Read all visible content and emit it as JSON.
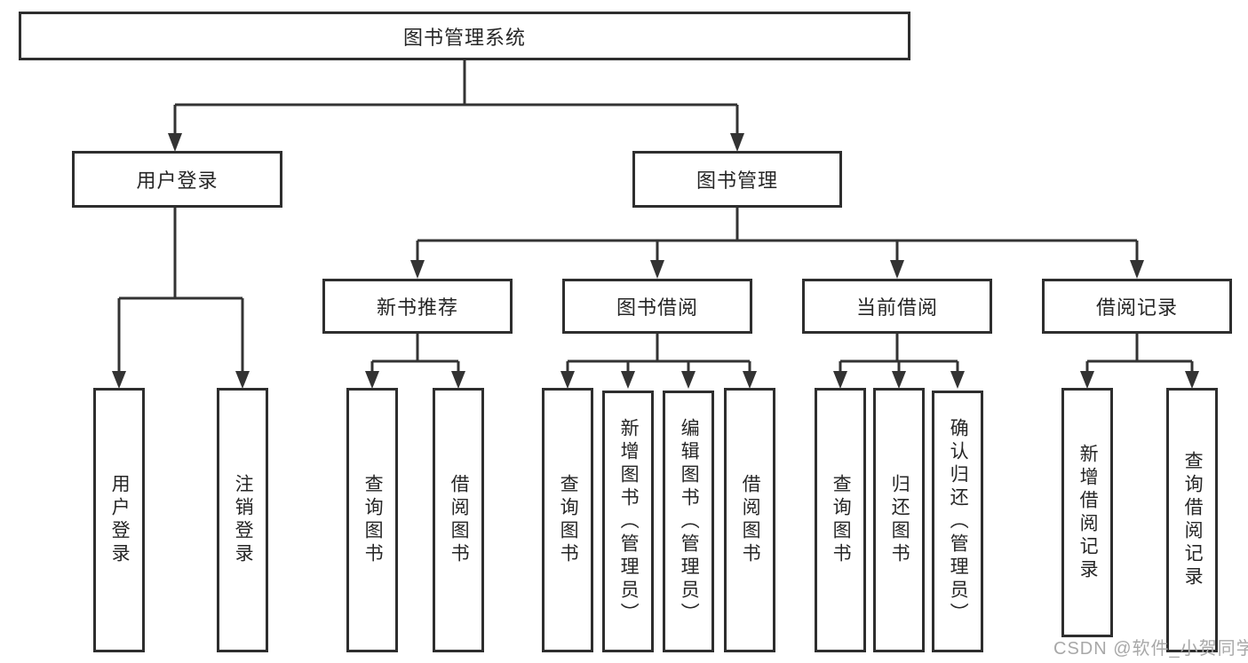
{
  "title": {
    "label": "图书管理系统"
  },
  "level2": {
    "user_login": "用户登录",
    "book_mgmt": "图书管理"
  },
  "level3": {
    "new_book": "新书推荐",
    "book_borrow": "图书借阅",
    "current_borrow": "当前借阅",
    "borrow_record": "借阅记录"
  },
  "leaves": {
    "user_login": [
      "用户登录",
      "注销登录"
    ],
    "new_book": [
      "查询图书",
      "借阅图书"
    ],
    "book_borrow": [
      "查询图书",
      "新增图书（管理员）",
      "编辑图书（管理员）",
      "借阅图书"
    ],
    "current_borrow": [
      "查询图书",
      "归还图书",
      "确认归还（管理员）"
    ],
    "borrow_record": [
      "新增借阅记录",
      "查询借阅记录"
    ]
  },
  "watermark": "CSDN @软件_小贺同学",
  "colors": {
    "line": "#333333",
    "border": "#2e2e2e",
    "text": "#262626",
    "watermark": "#a8a8a8",
    "background": "#ffffff"
  }
}
